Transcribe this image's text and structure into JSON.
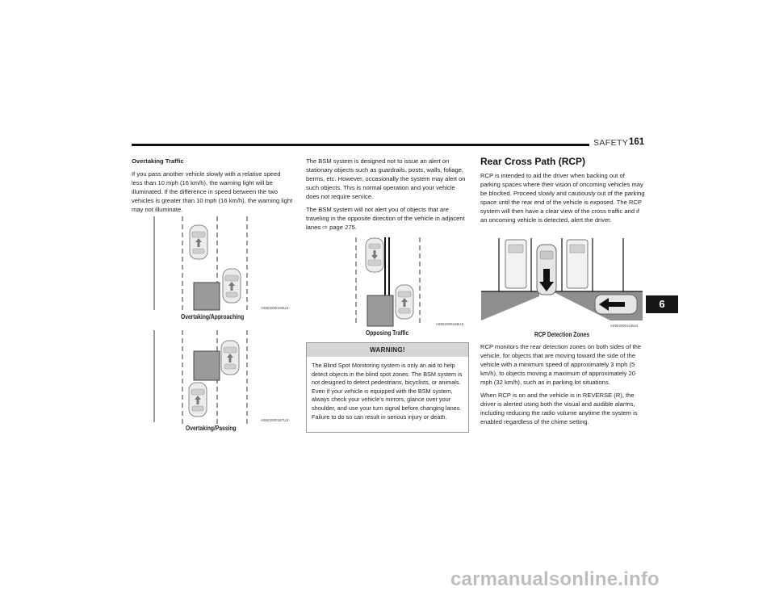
{
  "header": {
    "section": "SAFETY",
    "page_number": "161",
    "section_tab": "6"
  },
  "left_column": {
    "subheading": "Overtaking Traffic",
    "paragraph": "If you pass another vehicle slowly with a relative speed less than 10 mph (16 km/h), the warning light will be illuminated. If the difference in speed between the two vehicles is greater than 10 mph (16 km/h), the warning light may not illuminate.",
    "figure1": {
      "caption": "Overtaking/Approaching",
      "code": "A0502000166US"
    },
    "figure2": {
      "caption": "Overtaking/Passing",
      "code": "A0502000167US"
    }
  },
  "middle_column": {
    "paragraph1": "The BSM system is designed not to issue an alert on stationary objects such as guardrails, posts, walls, foliage, berms, etc. However, occasionally the system may alert on such objects. This is normal operation and your vehicle does not require service.",
    "paragraph2": "The BSM system will not alert you of objects that are traveling in the opposite direction of the vehicle in adjacent lanes",
    "page_ref_icon": "arrow-ref-icon",
    "page_ref": "page 275.",
    "figure3": {
      "caption": "Opposing Traffic",
      "code": "A0502000165US"
    },
    "warning": {
      "title": "WARNING!",
      "text": "The Blind Spot Monitoring system is only an aid to help detect objects in the blind spot zones. The BSM system is not designed to detect pedestrians, bicyclists, or animals. Even if your vehicle is equipped with the BSM system, always check your vehicle's mirrors, glance over your shoulder, and use your turn signal before changing lanes. Failure to do so can result in serious injury or death."
    }
  },
  "right_column": {
    "heading": "Rear Cross Path (RCP)",
    "paragraph1": "RCP is intended to aid the driver when backing out of parking spaces where their vision of oncoming vehicles may be blocked. Proceed slowly and cautiously out of the parking space until the rear end of the vehicle is exposed. The RCP system will then have a clear view of the cross traffic and if an oncoming vehicle is detected, alert the driver.",
    "figure4": {
      "caption": "RCP Detection Zones",
      "code": "A0502000118US"
    },
    "paragraph2": "RCP monitors the rear detection zones on both sides of the vehicle, for objects that are moving toward the side of the vehicle with a minimum speed of approximately 3 mph (5 km/h), to objects moving a maximum of approximately 20 mph (32 km/h), such as in parking lot situations.",
    "paragraph3": "When RCP is on and the vehicle is in REVERSE (R), the driver is alerted using both the visual and audible alarms, including reducing the radio volume anytime the system is enabled regardless of the chime setting."
  },
  "footer": {
    "watermark": "carmanualsonline.info"
  }
}
